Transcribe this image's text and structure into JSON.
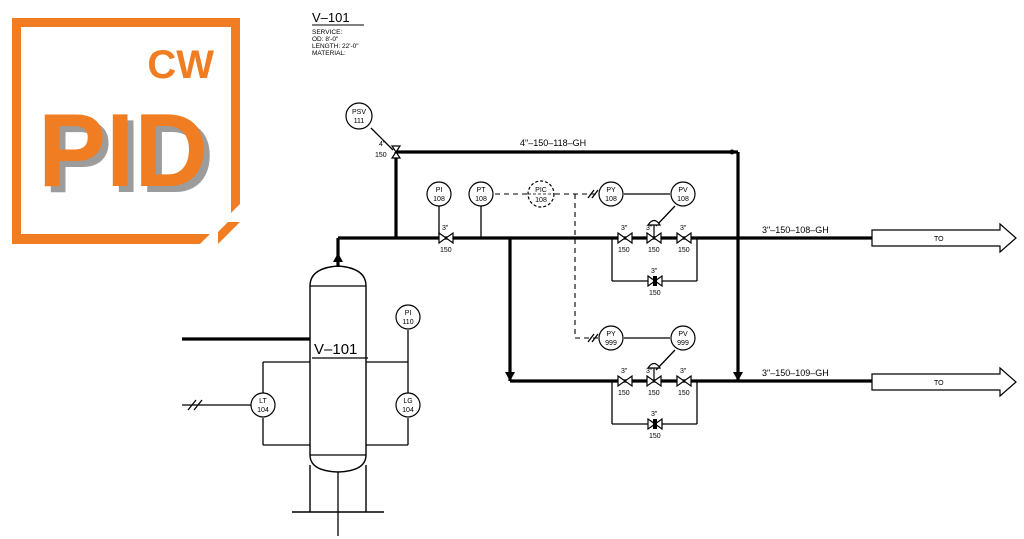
{
  "logo": {
    "top_text": "CW",
    "main_text": "PID",
    "color": "#F07D21",
    "shadow_color": "#9C9C9C"
  },
  "vessel": {
    "header_title": "V–101",
    "spec_lines": [
      "SERVICE:",
      "OD: 8'-0\"",
      "LENGTH: 22'-0\"",
      "MATERIAL:"
    ],
    "body_label": "V–101"
  },
  "instruments": [
    {
      "id": "psv111",
      "tag": "PSV",
      "num": "111"
    },
    {
      "id": "pi108",
      "tag": "PI",
      "num": "108"
    },
    {
      "id": "pt108",
      "tag": "PT",
      "num": "108"
    },
    {
      "id": "pic108",
      "tag": "PIC",
      "num": "108"
    },
    {
      "id": "py108a",
      "tag": "PY",
      "num": "108"
    },
    {
      "id": "pv108",
      "tag": "PV",
      "num": "108"
    },
    {
      "id": "py999",
      "tag": "PY",
      "num": "999"
    },
    {
      "id": "pv999",
      "tag": "PV",
      "num": "999"
    },
    {
      "id": "pi110",
      "tag": "PI",
      "num": "110"
    },
    {
      "id": "lt104",
      "tag": "LT",
      "num": "104"
    },
    {
      "id": "lg104",
      "tag": "LG",
      "num": "104"
    }
  ],
  "lines": {
    "relief_line": "4\"–150–118–GH",
    "outlet_1": "3\"–150–108–GH",
    "outlet_2": "3\"–150–109–GH"
  },
  "arrows": {
    "to_1": "TO",
    "to_2": "TO"
  },
  "valve_labels": {
    "psv_size": "4\"",
    "psv_rating": "150",
    "inlet_size": "3\"",
    "inlet_rating": "150",
    "size_3": "3\"",
    "rating_150": "150"
  }
}
